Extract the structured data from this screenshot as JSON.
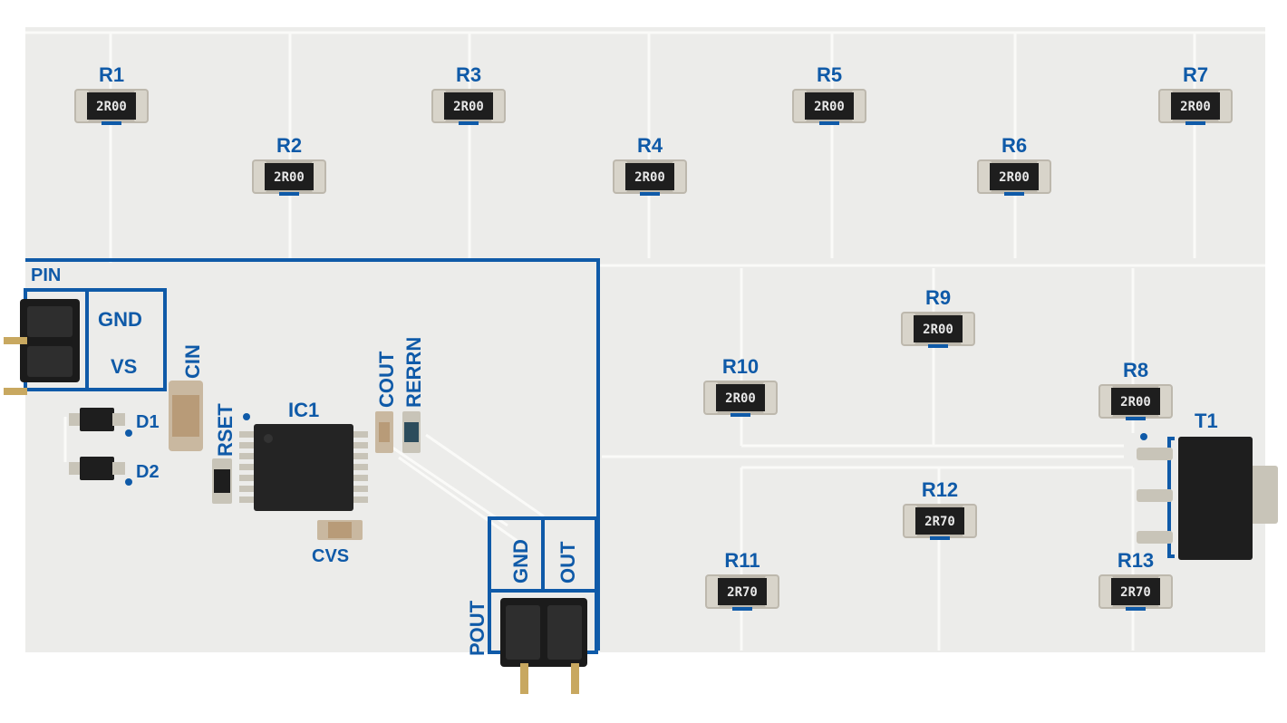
{
  "colors": {
    "board": "#ececea",
    "trace": "#fafaf8",
    "silk": "#0f5aa8",
    "body": "#1e1e1e",
    "pad": "#b9b4a8"
  },
  "resistors": [
    {
      "ref": "R1",
      "marking": "2R00"
    },
    {
      "ref": "R2",
      "marking": "2R00"
    },
    {
      "ref": "R3",
      "marking": "2R00"
    },
    {
      "ref": "R4",
      "marking": "2R00"
    },
    {
      "ref": "R5",
      "marking": "2R00"
    },
    {
      "ref": "R6",
      "marking": "2R00"
    },
    {
      "ref": "R7",
      "marking": "2R00"
    },
    {
      "ref": "R8",
      "marking": "2R00"
    },
    {
      "ref": "R9",
      "marking": "2R00"
    },
    {
      "ref": "R10",
      "marking": "2R00"
    },
    {
      "ref": "R11",
      "marking": "2R70"
    },
    {
      "ref": "R12",
      "marking": "2R70"
    },
    {
      "ref": "R13",
      "marking": "2R70"
    }
  ],
  "labels": {
    "pin": "PIN",
    "gnd_in": "GND",
    "vs": "VS",
    "cin": "CIN",
    "d1": "D1",
    "d2": "D2",
    "rset": "RSET",
    "ic1": "IC1",
    "cout": "COUT",
    "rerrn": "RERRN",
    "cvs": "CVS",
    "gnd_out": "GND",
    "out": "OUT",
    "pout": "POUT",
    "t1": "T1"
  }
}
